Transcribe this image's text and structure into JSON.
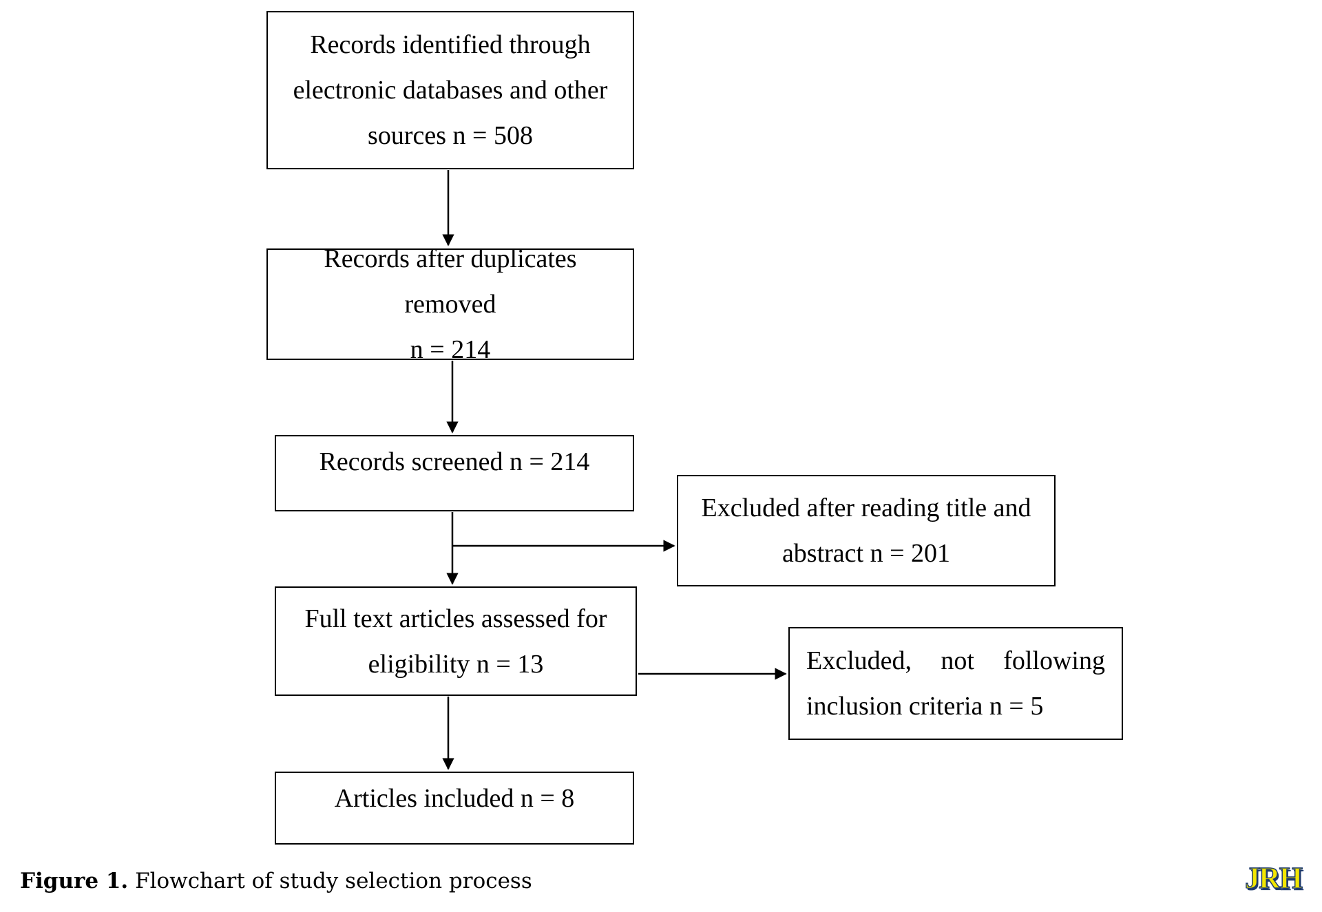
{
  "boxes": {
    "records_identified": [
      "Records identified through",
      "electronic databases and other",
      "sources n = 508"
    ],
    "after_duplicates": [
      "Records after duplicates removed",
      "n = 214"
    ],
    "screened": [
      "Records screened n = 214"
    ],
    "excluded_title": [
      "Excluded after reading title and",
      "abstract n = 201"
    ],
    "full_text": [
      "Full text articles assessed for",
      "eligibility n = 13"
    ],
    "excluded_criteria": {
      "line1_words": [
        "Excluded,",
        "not",
        "following"
      ],
      "line2": "inclusion criteria n = 5"
    },
    "included": [
      "Articles included n = 8"
    ]
  },
  "caption": {
    "label": "Figure 1.",
    "text": " Flowchart of study selection process"
  },
  "logo": {
    "text": "JRH",
    "colors": {
      "fill": "#1f3b6e",
      "accent": "#f2e600"
    }
  }
}
